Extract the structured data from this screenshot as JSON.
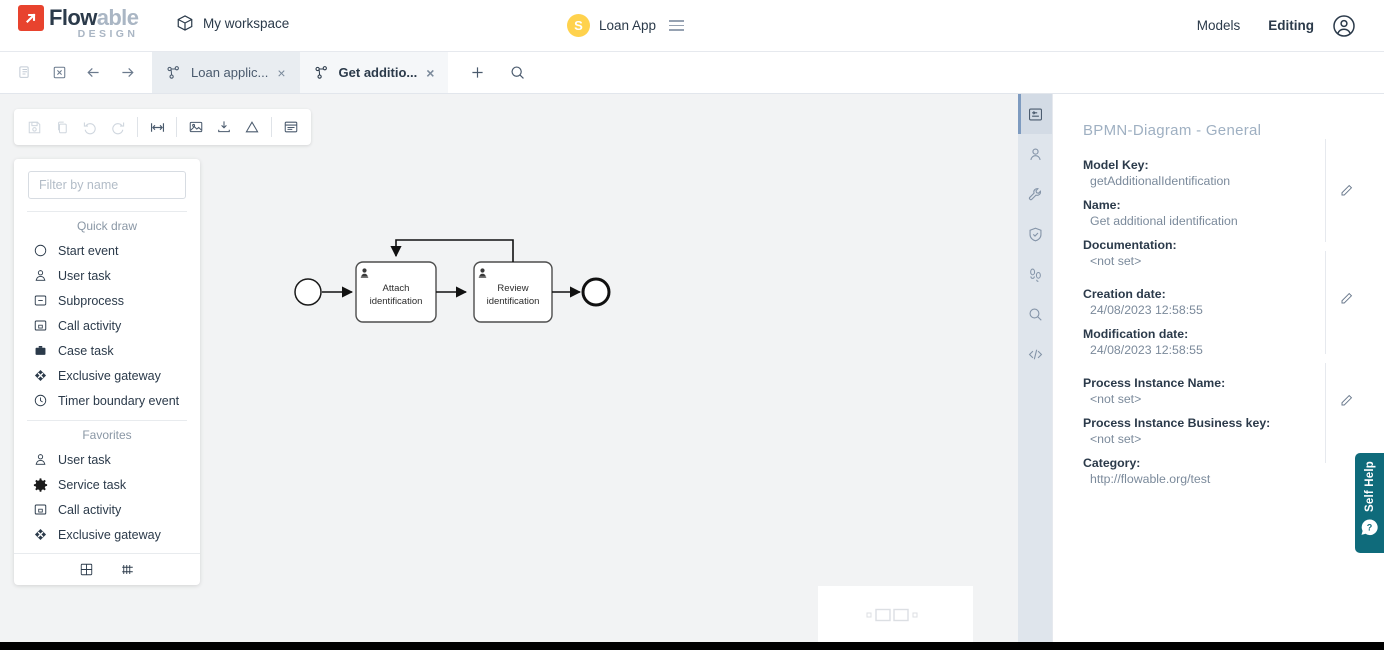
{
  "header": {
    "logo": {
      "word_dark": "Flow",
      "word_light": "able",
      "sub": "DESIGN",
      "mark_color": "#e8432e"
    },
    "workspace": {
      "label": "My workspace",
      "icon": "cube-icon"
    },
    "app": {
      "avatar_initial": "S",
      "avatar_color": "#ffd24d",
      "name": "Loan App",
      "menu_icon": "hamburger-icon"
    },
    "nav": [
      {
        "label": "Models",
        "active": false
      },
      {
        "label": "Editing",
        "active": true
      }
    ],
    "account_icon": "user-circle-icon"
  },
  "tabbar": {
    "tools": [
      {
        "name": "duplicate-icon",
        "disabled": true
      },
      {
        "name": "close-box-icon",
        "disabled": false
      },
      {
        "name": "arrow-left-icon",
        "disabled": false
      },
      {
        "name": "arrow-right-icon",
        "disabled": false
      }
    ],
    "tabs": [
      {
        "title": "Loan applic...",
        "icon": "process-icon",
        "active": false,
        "close": "×"
      },
      {
        "title": "Get additio...",
        "icon": "process-icon",
        "active": true,
        "close": "×"
      }
    ],
    "actions": [
      {
        "name": "add-tab-icon",
        "glyph": "+"
      },
      {
        "name": "search-tab-icon",
        "glyph": "search"
      }
    ]
  },
  "diagram_toolbar": [
    {
      "name": "save-icon",
      "disabled": true
    },
    {
      "name": "copy-icon",
      "disabled": true
    },
    {
      "name": "undo-icon",
      "disabled": true
    },
    {
      "name": "redo-icon",
      "disabled": true
    },
    {
      "name": "fit-width-icon",
      "disabled": false
    },
    {
      "name": "export-image-icon",
      "disabled": false
    },
    {
      "name": "download-icon",
      "disabled": false
    },
    {
      "name": "validate-warning-icon",
      "disabled": false
    },
    {
      "name": "toggle-panel-icon",
      "disabled": false
    }
  ],
  "palette": {
    "filter_placeholder": "Filter by name",
    "filter_value": "",
    "sections": [
      {
        "title": "Quick draw",
        "items": [
          {
            "label": "Start event",
            "icon": "start-event-icon"
          },
          {
            "label": "User task",
            "icon": "user-task-icon"
          },
          {
            "label": "Subprocess",
            "icon": "subprocess-icon"
          },
          {
            "label": "Call activity",
            "icon": "call-activity-icon"
          },
          {
            "label": "Case task",
            "icon": "case-task-icon"
          },
          {
            "label": "Exclusive gateway",
            "icon": "exclusive-gateway-icon"
          },
          {
            "label": "Timer boundary event",
            "icon": "timer-event-icon"
          }
        ]
      },
      {
        "title": "Favorites",
        "items": [
          {
            "label": "User task",
            "icon": "user-task-icon"
          },
          {
            "label": "Service task",
            "icon": "service-task-icon"
          },
          {
            "label": "Call activity",
            "icon": "call-activity-icon"
          },
          {
            "label": "Exclusive gateway",
            "icon": "exclusive-gateway-icon"
          }
        ]
      }
    ],
    "footer": [
      {
        "name": "grid-view-icon"
      },
      {
        "name": "shortcuts-icon"
      }
    ]
  },
  "diagram": {
    "nodes": [
      {
        "id": "start",
        "type": "start-event",
        "label": ""
      },
      {
        "id": "attach",
        "type": "user-task",
        "label_line1": "Attach",
        "label_line2": "identification"
      },
      {
        "id": "review",
        "type": "user-task",
        "label_line1": "Review",
        "label_line2": "identification"
      },
      {
        "id": "end",
        "type": "end-event",
        "label": ""
      }
    ],
    "flows": [
      {
        "from": "start",
        "to": "attach"
      },
      {
        "from": "attach",
        "to": "review"
      },
      {
        "from": "review",
        "to": "end"
      },
      {
        "from": "review",
        "to": "attach",
        "loop": true
      }
    ]
  },
  "rail": [
    {
      "name": "properties-panel-icon",
      "selected": true
    },
    {
      "name": "user-icon",
      "selected": false
    },
    {
      "name": "wrench-icon",
      "selected": false
    },
    {
      "name": "shield-check-icon",
      "selected": false
    },
    {
      "name": "footprints-icon",
      "selected": false
    },
    {
      "name": "search-icon",
      "selected": false
    },
    {
      "name": "code-icon",
      "selected": false
    }
  ],
  "properties": {
    "title": "BPMN-Diagram - General",
    "rows": [
      {
        "label": "Model Key:",
        "value": "getAdditionalIdentification"
      },
      {
        "label": "Name:",
        "value": "Get additional identification"
      },
      {
        "label": "Documentation:",
        "value": "<not set>"
      },
      {
        "label": "Creation date:",
        "value": "24/08/2023 12:58:55"
      },
      {
        "label": "Modification date:",
        "value": "24/08/2023 12:58:55"
      },
      {
        "label": "Process Instance Name:",
        "value": "<not set>"
      },
      {
        "label": "Process Instance Business key:",
        "value": "<not set>"
      },
      {
        "label": "Category:",
        "value": "http://flowable.org/test"
      }
    ],
    "edit_icon": "pencil-icon"
  },
  "selfhelp": {
    "label": "Self Help",
    "icon": "question-bubble-icon",
    "color": "#0f6b7b"
  }
}
